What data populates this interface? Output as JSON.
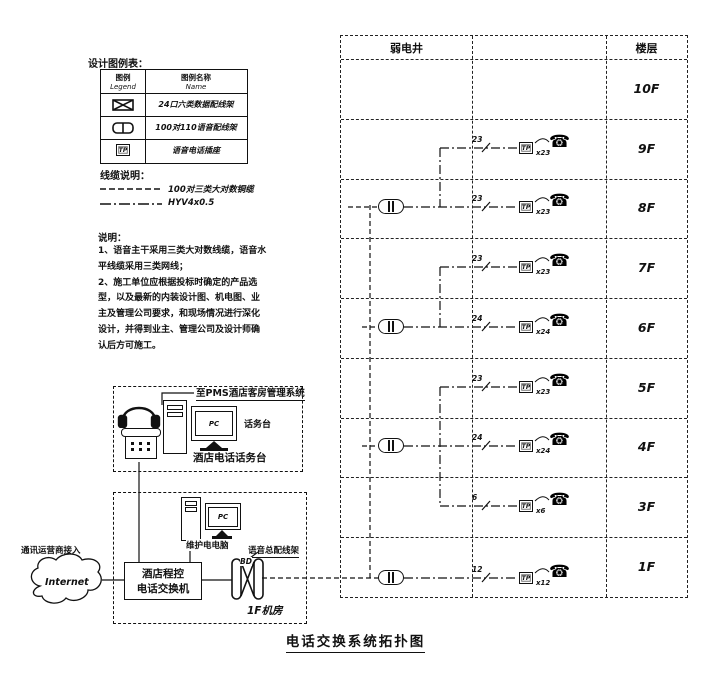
{
  "title": "电话交换系统拓扑图",
  "legend": {
    "heading": "设计图例表：",
    "headers": {
      "col1_cn": "图例",
      "col1_en": "Legend",
      "col2_cn": "图例名称",
      "col2_en": "Name"
    },
    "tp_symbol_label": "TP",
    "rows": [
      {
        "symbol": "x-patch-panel",
        "name": "24口六类数据配线架"
      },
      {
        "symbol": "voice-patch-panel",
        "name": "100对110语音配线架"
      },
      {
        "symbol": "tp-socket",
        "name": "语音电话插座"
      }
    ]
  },
  "cable_legend": {
    "heading": "线缆说明：",
    "items": [
      {
        "style": "dashed",
        "label": "100对三类大对数铜缆"
      },
      {
        "style": "dash-dot",
        "label": "HYV4x0.5"
      }
    ]
  },
  "notes": {
    "heading": "说明：",
    "lines": [
      "1、语音主干采用三类大对数线缆，语音水",
      "平线缆采用三类网线；",
      "2、施工单位应根据投标时确定的产品选",
      "型，以及最新的内装设计图、机电图、业",
      "主及管理公司要求，和现场情况进行深化",
      "设计，并得到业主、管理公司及设计师确",
      "认后方可施工。"
    ]
  },
  "wan": {
    "access_label": "通讯运营商接入",
    "cloud_label": "Internet"
  },
  "operator_room": {
    "pms_link_label": "至PMS酒店客房管理系统",
    "pc_label": "PC",
    "console_label": "话务台",
    "room_label": "酒店电话话务台"
  },
  "machine_room": {
    "maintenance_pc_label": "维护电电脑",
    "pc_label": "PC",
    "pbx_line1": "酒店程控",
    "pbx_line2": "电话交换机",
    "mdf_symbol_label": "BD",
    "mdf_label": "语音总配线架",
    "room_label": "1F机房"
  },
  "riser_table": {
    "shaft_header": "弱电井",
    "floor_header": "楼层",
    "tp_label": "TP",
    "floors": [
      {
        "label": "10F"
      },
      {
        "label": "9F",
        "count": "23",
        "mult": "x23"
      },
      {
        "label": "8F",
        "count": "23",
        "mult": "x23"
      },
      {
        "label": "7F",
        "count": "23",
        "mult": "x23"
      },
      {
        "label": "6F",
        "count": "24",
        "mult": "x24"
      },
      {
        "label": "5F",
        "count": "23",
        "mult": "x23"
      },
      {
        "label": "4F",
        "count": "24",
        "mult": "x24"
      },
      {
        "label": "3F",
        "count": "6",
        "mult": "x6"
      },
      {
        "label": "1F",
        "count": "12",
        "mult": "x12"
      }
    ]
  },
  "colors": {
    "ink": "#111111",
    "background": "#ffffff"
  }
}
